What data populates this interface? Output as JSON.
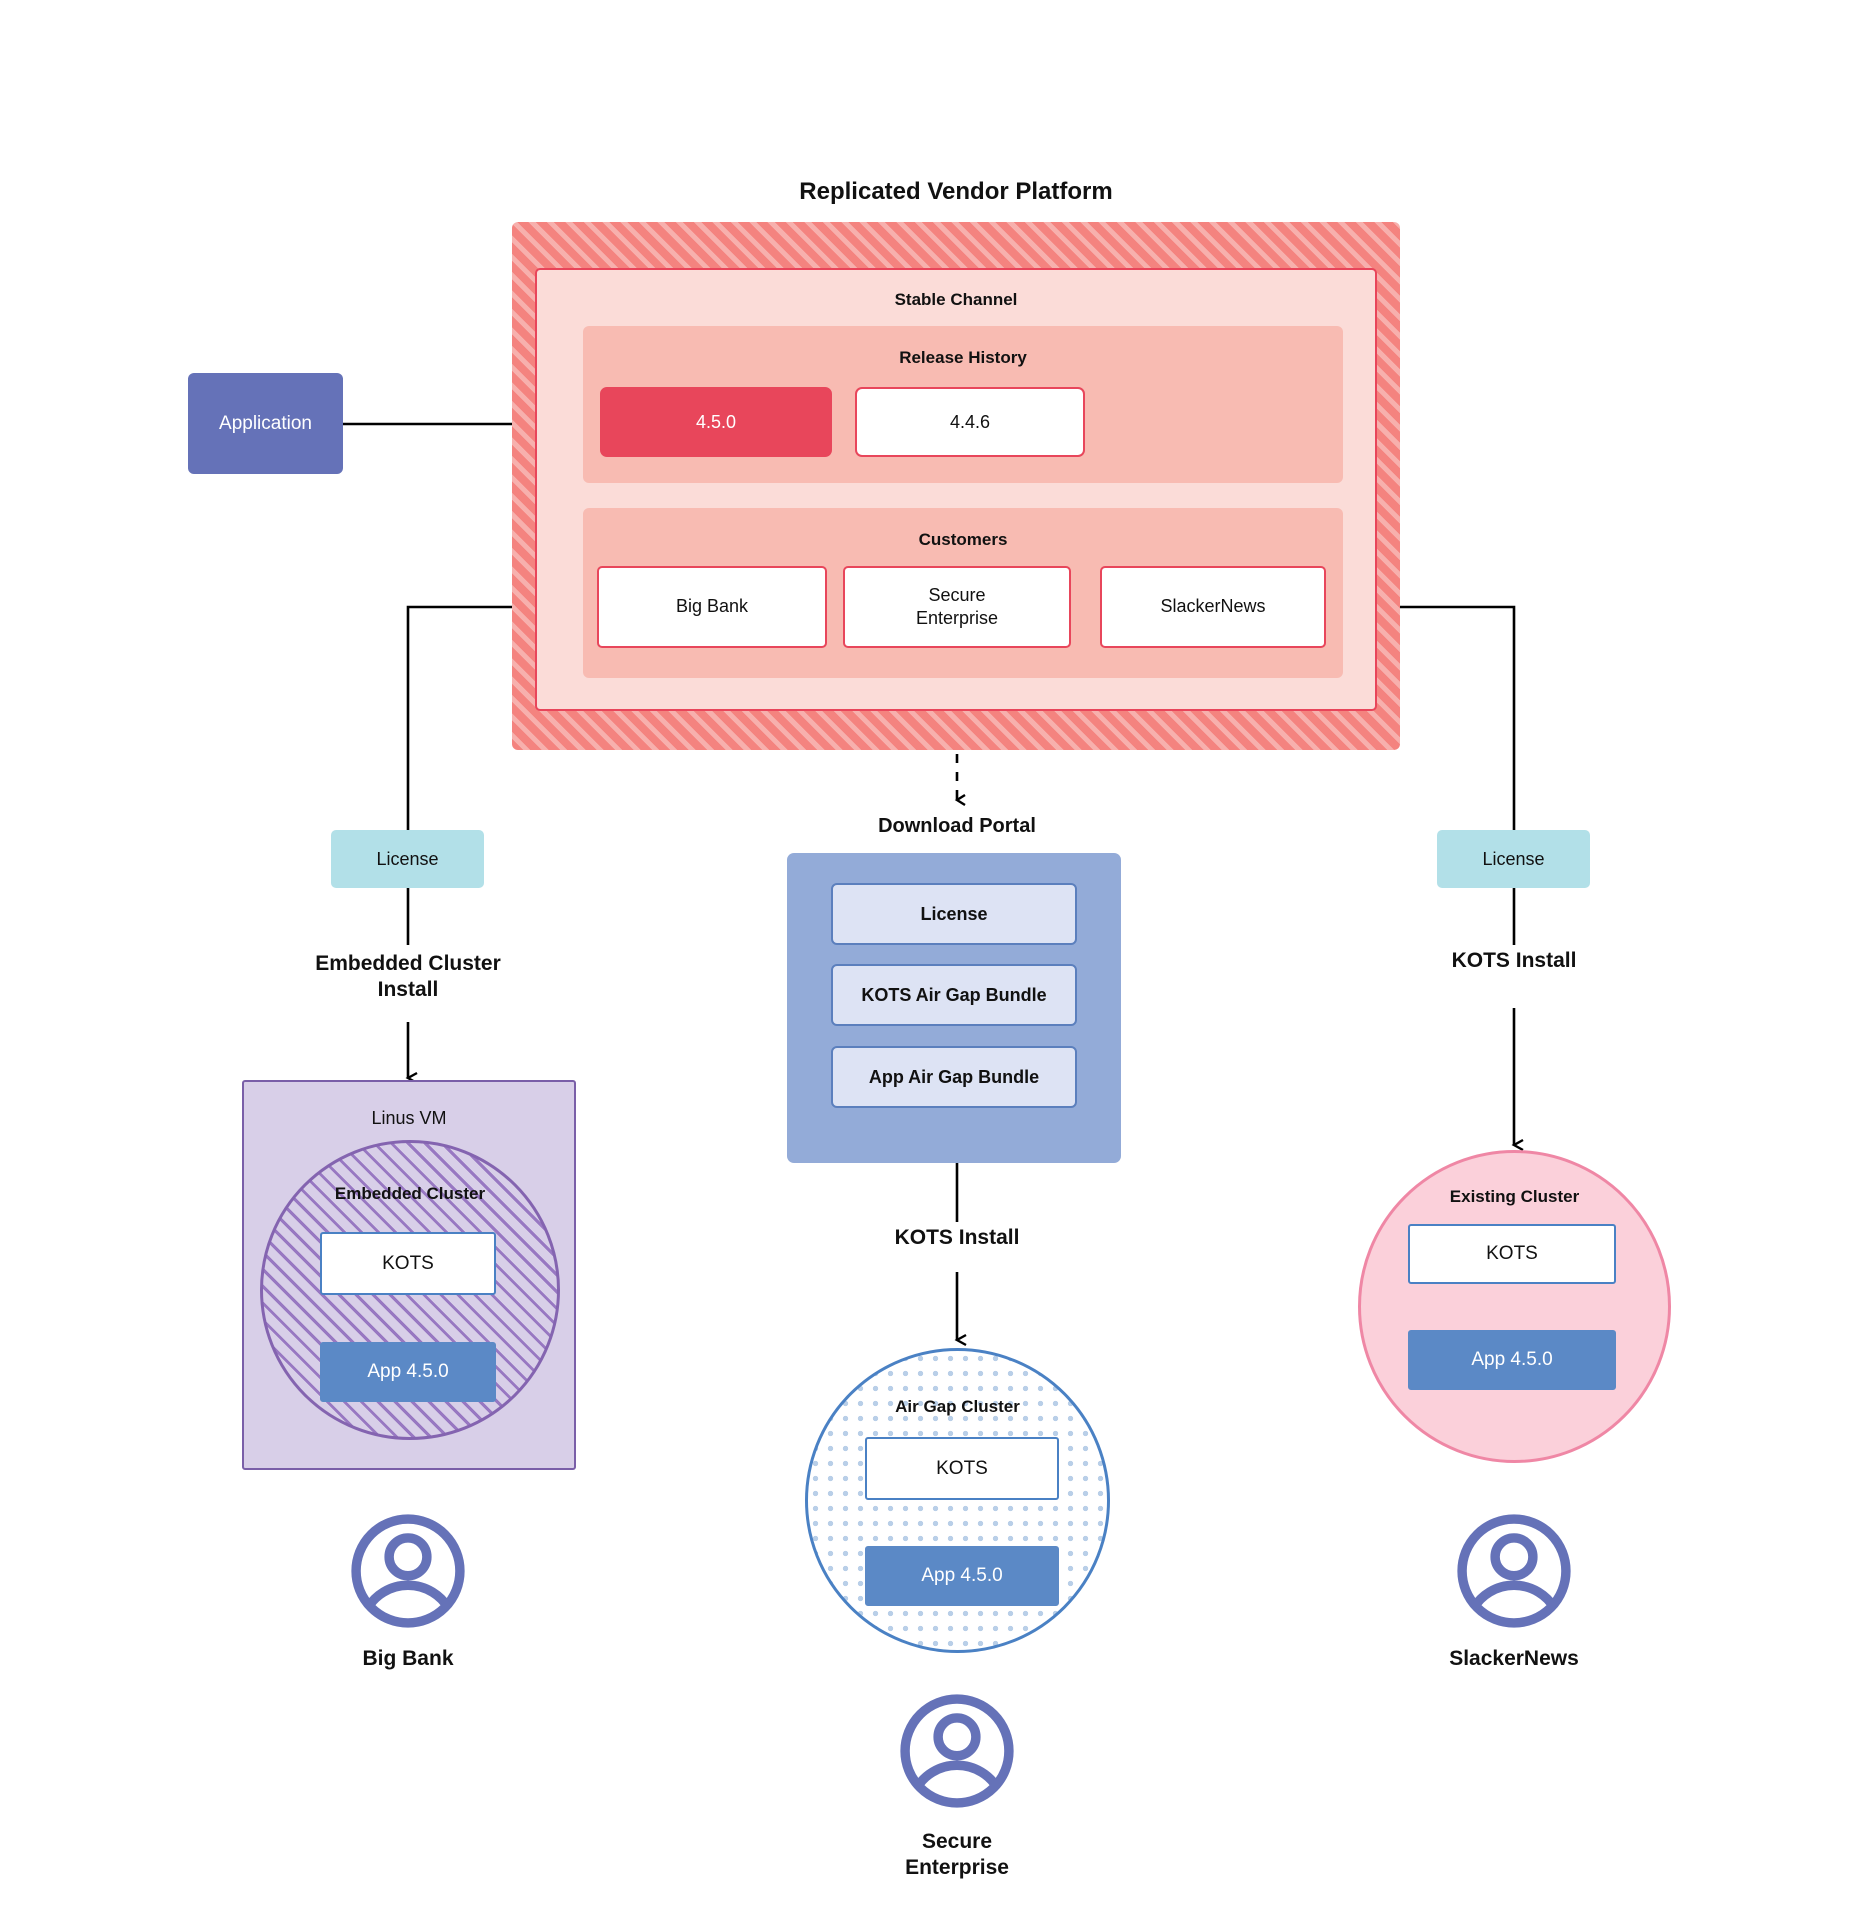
{
  "diagram": {
    "title": "Replicated Vendor Platform",
    "vendor_platform": {
      "title": "Replicated Vendor Platform",
      "channel": {
        "title": "Stable Channel",
        "release_history": {
          "title": "Release History",
          "releases": [
            {
              "version": "4.5.0",
              "state": "current"
            },
            {
              "version": "4.4.6",
              "state": "previous"
            }
          ]
        },
        "customers": {
          "title": "Customers",
          "items": [
            {
              "name": "Big Bank"
            },
            {
              "name": "Secure\nEnterprise"
            },
            {
              "name": "SlackerNews"
            }
          ]
        }
      }
    },
    "application": {
      "label": "Application"
    },
    "licenses": {
      "left_label": "License",
      "right_label": "License"
    },
    "flows": {
      "embedded_cluster_install": "Embedded Cluster\nInstall",
      "kots_install_center": "KOTS Install",
      "kots_install_right": "KOTS Install"
    },
    "download_portal": {
      "title": "Download  Portal",
      "items": [
        {
          "label": "License"
        },
        {
          "label": "KOTS Air Gap Bundle"
        },
        {
          "label": "App Air Gap Bundle"
        }
      ]
    },
    "targets": {
      "linux_vm": {
        "label": "Linus VM",
        "cluster_label": "Embedded Cluster",
        "kots_label": "KOTS",
        "app_label": "App 4.5.0"
      },
      "air_gap": {
        "cluster_label": "Air Gap Cluster",
        "kots_label": "KOTS",
        "app_label": "App 4.5.0"
      },
      "existing": {
        "cluster_label": "Existing Cluster",
        "kots_label": "KOTS",
        "app_label": "App 4.5.0"
      }
    },
    "customer_results": [
      {
        "name": "Big Bank",
        "icon": "user-avatar-icon"
      },
      {
        "name": "Secure\nEnterprise",
        "icon": "user-avatar-icon"
      },
      {
        "name": "SlackerNews",
        "icon": "user-avatar-icon"
      }
    ],
    "colors": {
      "vendor_stripe": "#f4837f",
      "channel_bg": "#fbdcd8",
      "panel_bg": "#f8bbb2",
      "release_accent": "#e8465b",
      "application": "#6572b8",
      "license": "#b2e0e8",
      "portal": "#93abd8",
      "portal_item": "#dde3f4",
      "vm": "#d8cfe8",
      "existing_cluster": "#fbd0da",
      "app_version": "#5b89c6",
      "avatar": "#6572b8"
    }
  }
}
